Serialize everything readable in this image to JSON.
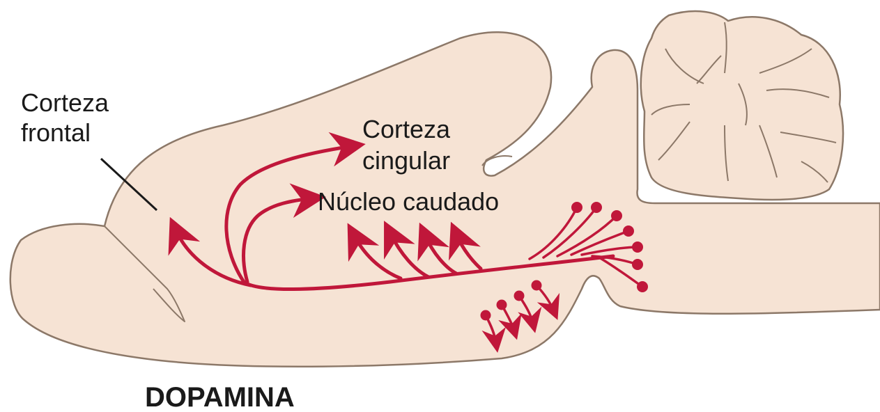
{
  "labels": {
    "frontal_cortex": [
      "Corteza",
      "frontal"
    ],
    "cingulate_cortex": [
      "Corteza",
      "cingular"
    ],
    "caudate_nucleus": "Núcleo caudado",
    "title": "DOPAMINA"
  },
  "colors": {
    "tissue_fill": "#f6e3d4",
    "tissue_outline": "#8c7868",
    "pathway": "#c0173a",
    "text": "#1a1a1a"
  }
}
